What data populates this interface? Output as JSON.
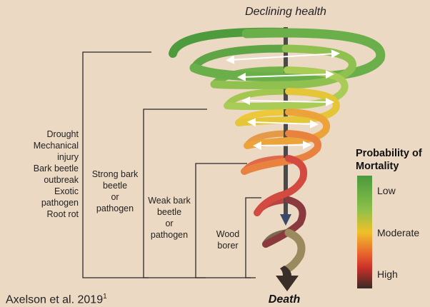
{
  "diagram": {
    "title_top": "Declining health",
    "title_bottom": "Death",
    "citation": "Axelson et al. 2019",
    "citation_sup": "1",
    "factor_groups": [
      {
        "lines": [
          "Drought",
          "Mechanical",
          "injury",
          "Bark beetle",
          "outbreak",
          "Exotic",
          "pathogen",
          "Root rot"
        ]
      },
      {
        "lines": [
          "Strong bark",
          "beetle",
          "or",
          "pathogen"
        ]
      },
      {
        "lines": [
          "Weak bark",
          "beetle",
          "or",
          "pathogen"
        ]
      },
      {
        "lines": [
          "Wood",
          "borer"
        ]
      }
    ],
    "legend": {
      "title_line1": "Probability of",
      "title_line2": "Mortality",
      "low": "Low",
      "moderate": "Moderate",
      "high": "High",
      "colors": [
        "#4a9a3c",
        "#8cc04a",
        "#f0c12a",
        "#e8602e",
        "#c8302a",
        "#3a2a24"
      ]
    },
    "colors": {
      "background": "#ecd9c3",
      "arrow": "#4a4a4a"
    }
  }
}
